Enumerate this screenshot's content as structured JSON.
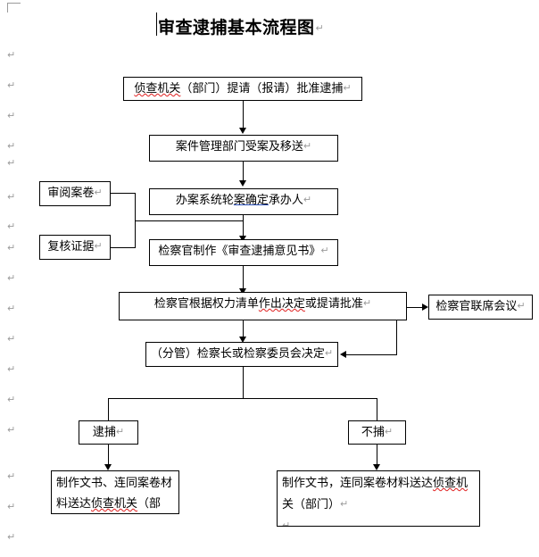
{
  "document": {
    "title": "审查逮捕基本流程图",
    "paragraph_mark": "↵"
  },
  "margin_marks": {
    "symbol": "↵",
    "count": 16
  },
  "flowchart": {
    "nodes": [
      {
        "id": "n1",
        "label": "侦查机关（部门）提请（报请）批准逮捕",
        "misspelled_part": "侦查机关",
        "rest": "（部门）提请（报请）批准逮捕"
      },
      {
        "id": "n2",
        "label": "案件管理部门受案及移送"
      },
      {
        "id": "n3",
        "label": "办案系统轮案确定承办人",
        "prefix": "办案系统轮",
        "linked_part": "案确定",
        "suffix": "承办人"
      },
      {
        "id": "n4",
        "label": "检察官制作《审查逮捕意见书》"
      },
      {
        "id": "n5",
        "label": "检察官根据权力清单作出决定或提请批准",
        "prefix": "检察官根据权力清单",
        "misspelled_part": "作出决定",
        "suffix": "或提请批准"
      },
      {
        "id": "n6",
        "label": "检察官联席会议"
      },
      {
        "id": "n7",
        "label": "（分管）检察长或检察委员会决定"
      },
      {
        "id": "n8",
        "label": "审阅案卷"
      },
      {
        "id": "n9",
        "label": "复核证据"
      },
      {
        "id": "n10",
        "label": "逮捕"
      },
      {
        "id": "n11",
        "label": "不捕"
      },
      {
        "id": "n12",
        "line1": "制作文书、连同案卷材",
        "line2_prefix": "料送达",
        "line2_misspelled": "侦查机关",
        "line2_suffix": "（部",
        "label": "制作文书、连同案卷材料送达侦查机关（部"
      },
      {
        "id": "n13",
        "line1_prefix": "制作文书，连同案卷材料送达",
        "line1_misspelled": "侦查机",
        "line2": "关（部门）",
        "label": "制作文书，连同案卷材料送达侦查机关（部门）"
      }
    ],
    "colors": {
      "stroke": "#000000",
      "background": "#ffffff",
      "spellcheck_underline": "#e02020",
      "hyperlink_underline": "#2a4fb8",
      "margin_mark": "#9b9b9b"
    }
  }
}
